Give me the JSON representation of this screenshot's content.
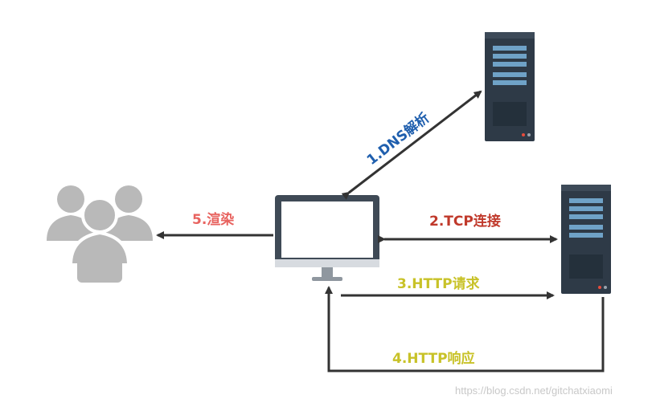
{
  "colors": {
    "dns": "#1f5fae",
    "tcp": "#c0392b",
    "http": "#c8c228",
    "render": "#e8635f",
    "arrow": "#333333",
    "server_body": "#2e3a47",
    "monitor_frame": "#3f4a56",
    "users": "#b9b9b9"
  },
  "nodes": {
    "users": {
      "icon": "users-icon"
    },
    "computer": {
      "icon": "monitor-icon"
    },
    "dns_server": {
      "icon": "server-icon"
    },
    "web_server": {
      "icon": "server-icon"
    }
  },
  "steps": {
    "dns": "1.DNS解析",
    "tcp": "2.TCP连接",
    "http_request": "3.HTTP请求",
    "http_response": "4.HTTP响应",
    "render": "5.渲染"
  },
  "watermark": "https://blog.csdn.net/gitchatxiaomi"
}
